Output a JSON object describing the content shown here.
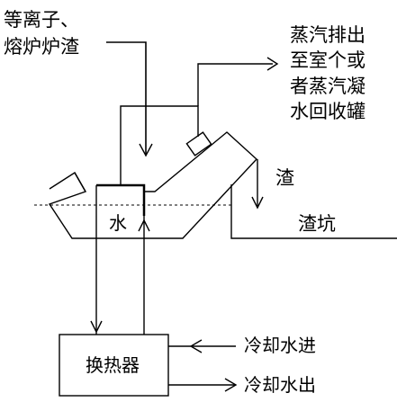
{
  "labels": {
    "plasma_slag": [
      "等离子、",
      "熔炉炉渣"
    ],
    "steam": [
      "蒸汽排出",
      "至室个或",
      "者蒸汽凝",
      "水回收罐"
    ],
    "slag": "渣",
    "slag_pit": "渣坑",
    "water": "水",
    "heat_exchanger": "换热器",
    "cooling_in": "冷却水进",
    "cooling_out": "冷却水出"
  },
  "colors": {
    "line": "#000000",
    "background": "#ffffff"
  }
}
